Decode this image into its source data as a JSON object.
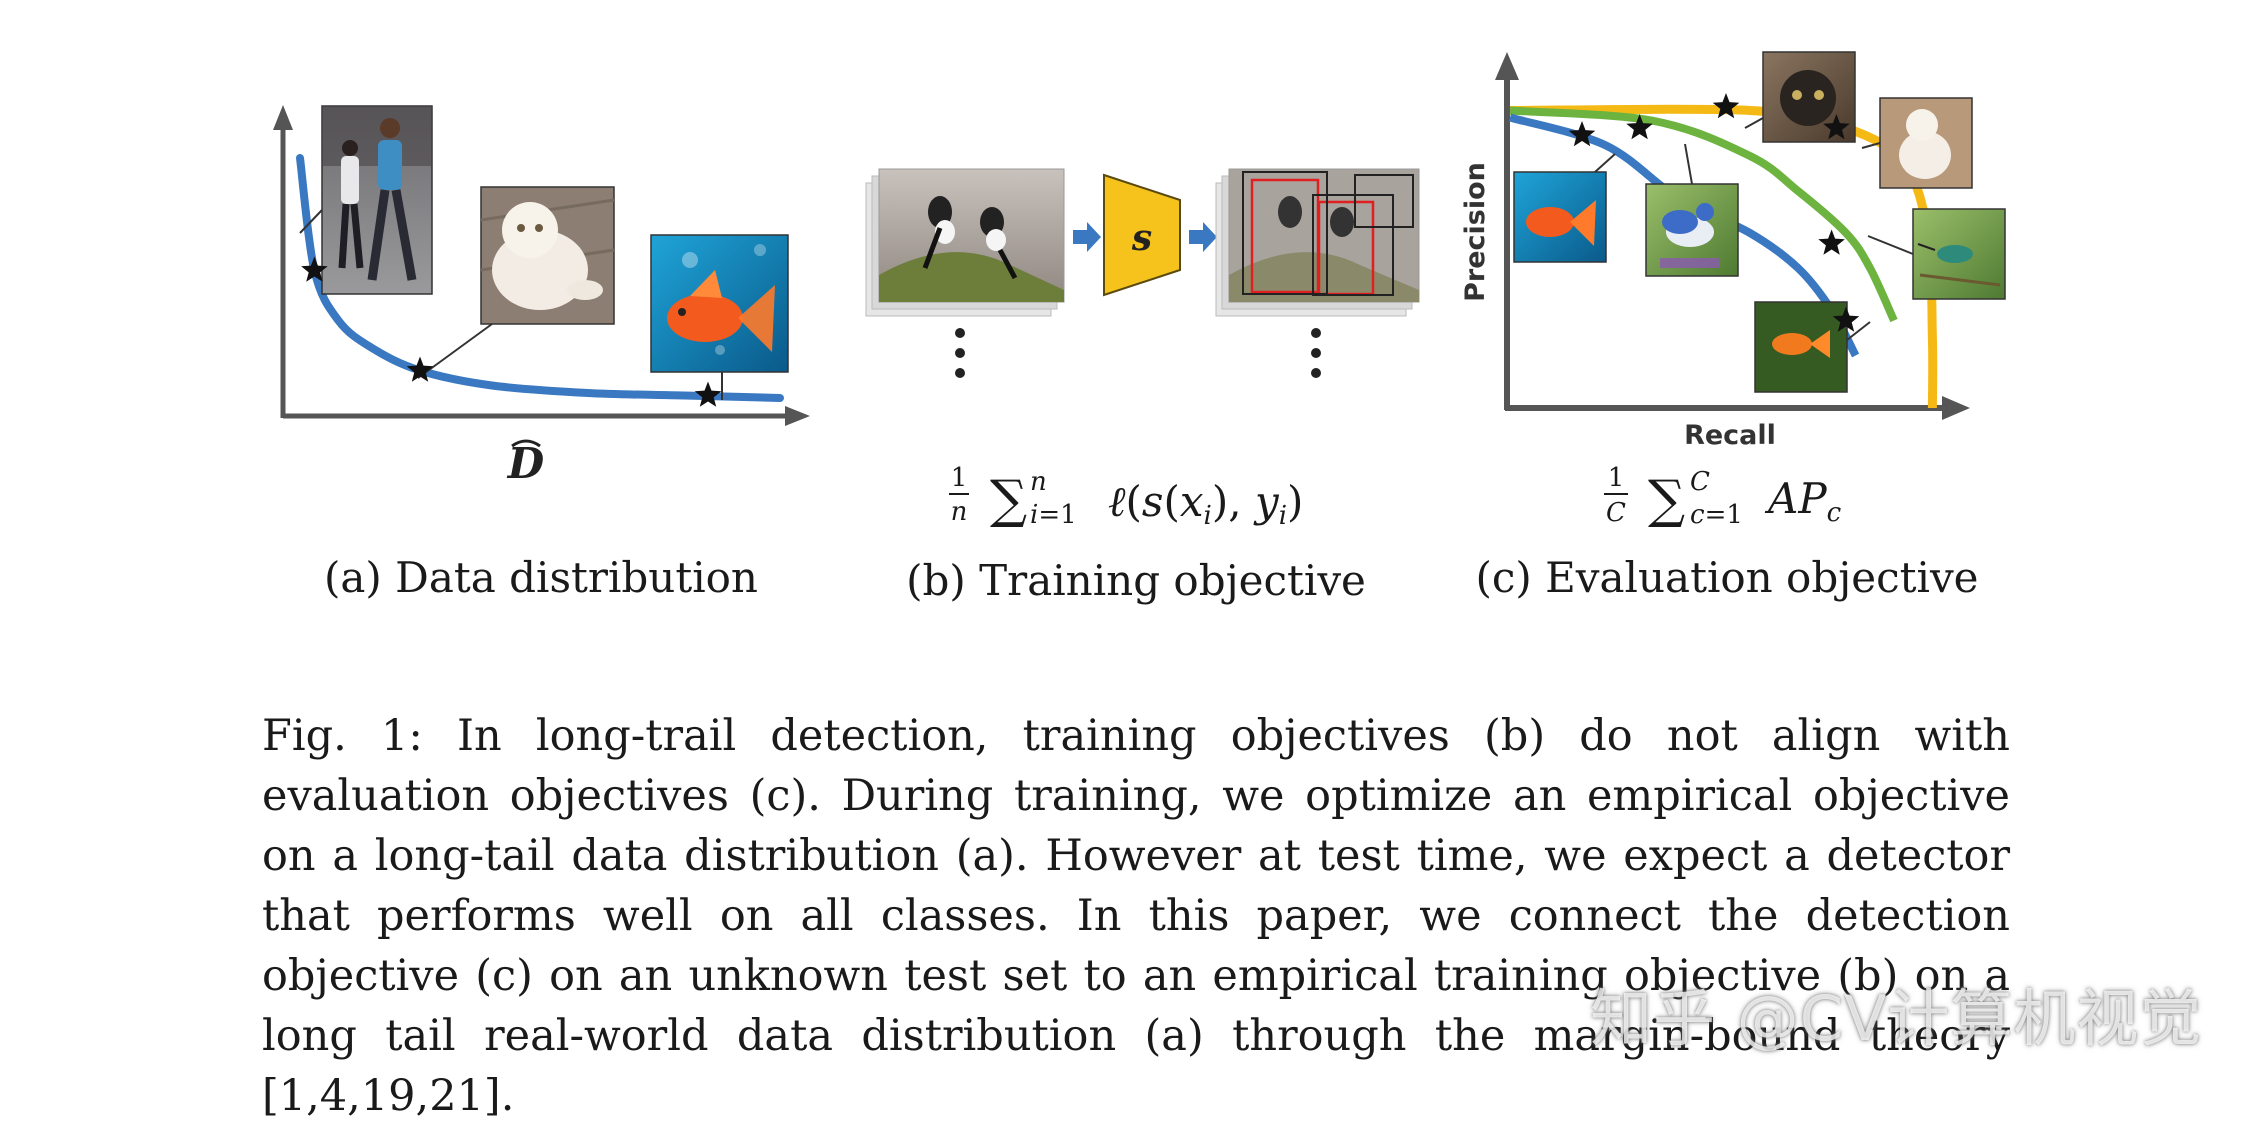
{
  "panels": {
    "a": {
      "caption": "(a) Data distribution",
      "axis_symbol": "D"
    },
    "b": {
      "caption": "(b) Training objective",
      "box_label": "s",
      "formula": "1/n Σ_{i=1}^{n} ℓ(s(x_i), y_i)"
    },
    "c": {
      "caption": "(c) Evaluation objective",
      "xlabel": "Recall",
      "ylabel": "Precision",
      "formula": "1/C Σ_{c=1}^{C} AP_c"
    }
  },
  "chart_data": [
    {
      "type": "line",
      "panel": "a",
      "title": "",
      "xlabel": "D",
      "ylabel": "",
      "series": [
        {
          "x": [
            0.0,
            0.03,
            0.08,
            0.15,
            0.25,
            0.4,
            0.6,
            0.8,
            1.0
          ],
          "y": [
            1.0,
            0.55,
            0.35,
            0.24,
            0.15,
            0.09,
            0.06,
            0.05,
            0.04
          ]
        }
      ],
      "markers": [
        {
          "x": 0.03,
          "y": 0.55,
          "image": "pedestrian-photo"
        },
        {
          "x": 0.25,
          "y": 0.15,
          "image": "cat-photo"
        },
        {
          "x": 0.85,
          "y": 0.05,
          "image": "goldfish-photo"
        }
      ],
      "color": "#3a78c2"
    },
    {
      "type": "line",
      "panel": "c",
      "title": "",
      "xlabel": "Recall",
      "ylabel": "Precision",
      "series": [
        {
          "color": "#f5b915",
          "x": [
            0.0,
            0.5,
            0.7,
            0.82,
            0.87,
            0.88,
            0.88
          ],
          "y": [
            0.85,
            0.85,
            0.8,
            0.7,
            0.5,
            0.2,
            0.0
          ]
        },
        {
          "color": "#6db33f",
          "x": [
            0.0,
            0.3,
            0.5,
            0.6,
            0.7,
            0.75,
            0.8
          ],
          "y": [
            0.85,
            0.82,
            0.72,
            0.62,
            0.5,
            0.4,
            0.25
          ]
        },
        {
          "color": "#3a78c2",
          "x": [
            0.0,
            0.2,
            0.35,
            0.5,
            0.6,
            0.67,
            0.72
          ],
          "y": [
            0.83,
            0.75,
            0.6,
            0.5,
            0.4,
            0.28,
            0.15
          ]
        }
      ],
      "markers": [
        {
          "x": 0.15,
          "y": 0.78,
          "image": "goldfish-photo"
        },
        {
          "x": 0.27,
          "y": 0.8,
          "image": "bluejay-photo"
        },
        {
          "x": 0.45,
          "y": 0.86,
          "image": "black-cat-photo"
        },
        {
          "x": 0.68,
          "y": 0.8,
          "image": "fluffy-cat-photo"
        },
        {
          "x": 0.67,
          "y": 0.47,
          "image": "hummingbird-photo"
        },
        {
          "x": 0.7,
          "y": 0.25,
          "image": "small-goldfish-photo"
        }
      ]
    }
  ],
  "caption": {
    "text": "Fig. 1: In long-trail detection, training objectives (b) do not align with evaluation objectives (c). During training, we optimize an empirical objective on a long-tail data distribution (a). However at test time, we expect a detector that performs well on all classes. In this paper, we connect the detection objective (c) on an unknown test set to an empirical training objective (b) on a long tail real-world data distribution (a) through the margin-bound theory [1,4,19,21]."
  },
  "watermark": "知乎 @CV计算机视觉",
  "colors": {
    "blue_curve": "#3a78c2",
    "green_curve": "#6db33f",
    "yellow_curve": "#f5b915",
    "axis": "#555555",
    "box_red": "#e02020"
  }
}
